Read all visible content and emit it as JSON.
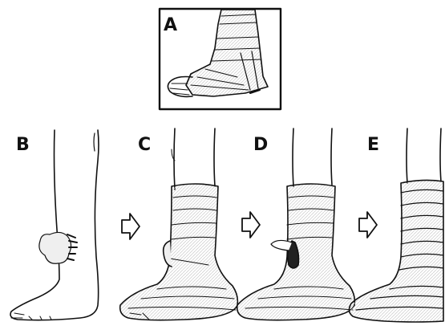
{
  "figure": {
    "panels": [
      {
        "id": "A",
        "label": "A",
        "content": "cast-foot-close-up"
      },
      {
        "id": "B",
        "label": "B",
        "content": "leg-with-padding"
      },
      {
        "id": "C",
        "label": "C",
        "content": "leg-in-cast"
      },
      {
        "id": "D",
        "label": "D",
        "content": "cast-opened-window"
      },
      {
        "id": "E",
        "label": "E",
        "content": "cast-rewrapped"
      }
    ],
    "arrows": [
      "right-arrow",
      "right-arrow",
      "right-arrow"
    ],
    "colors": {
      "ink": "#111111",
      "paper": "#ffffff",
      "cast_fill": "#efefef",
      "hatch": "#bdbdbd"
    }
  }
}
